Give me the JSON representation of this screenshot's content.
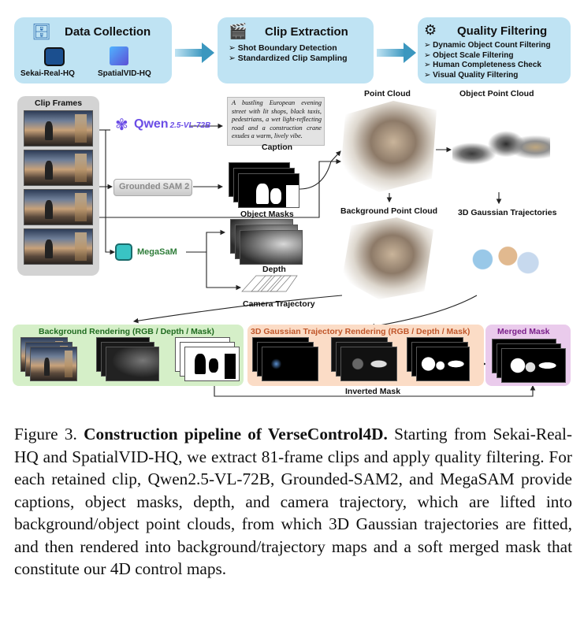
{
  "top": {
    "data_collection": {
      "title": "Data Collection",
      "source1": "Sekai-Real-HQ",
      "source2": "SpatialVID-HQ"
    },
    "clip_extraction": {
      "title": "Clip Extraction",
      "items": [
        "Shot Boundary Detection",
        "Standardized Clip Sampling"
      ]
    },
    "quality_filtering": {
      "title": "Quality Filtering",
      "items": [
        "Dynamic Object Count Filtering",
        "Object Scale Filtering",
        "Human Completeness Check",
        "Visual Quality Filtering"
      ]
    }
  },
  "middle": {
    "clip_frames": "Clip Frames",
    "qwen": {
      "name": "Qwen",
      "version": "2.5-VL-72B"
    },
    "caption_text": "A bustling European evening street with lit shops, black taxis, pedestrians, a wet light-reflecting road and a construction crane exudes a warm, lively vibe.",
    "caption_label": "Caption",
    "grounded_sam": "Grounded SAM 2",
    "object_masks": "Object Masks",
    "megasam": "MegaSaM",
    "depth": "Depth",
    "camera_trajectory": "Camera Trajectory",
    "point_cloud": "Point Cloud",
    "object_point_cloud": "Object Point Cloud",
    "background_point_cloud": "Background Point Cloud",
    "gaussian_trajectories": "3D Gaussian Trajectories"
  },
  "bottom": {
    "background_rendering": "Background Rendering (RGB / Depth / Mask)",
    "gaussian_rendering": "3D Gaussian Trajectory Rendering (RGB / Depth / Mask)",
    "merged_mask": "Merged Mask",
    "inverted_mask": "Inverted Mask"
  },
  "figure_caption": {
    "label": "Figure 3.",
    "bold": "Construction pipeline of VerseControl4D.",
    "text": "Starting from Sekai-Real-HQ and SpatialVID-HQ, we extract 81-frame clips and apply quality filtering. For each retained clip, Qwen2.5-VL-72B, Grounded-SAM2, and MegaSAM provide captions, object masks, depth, and camera trajectory, which are lifted into background/object point clouds, from which 3D Gaussian trajectories are fitted, and then rendered into background/trajectory maps and a soft merged mask that constitute our 4D control maps."
  },
  "colors": {
    "top_box": "#bfe3f3",
    "arrow": "#4aa3c8",
    "bg_render_box": "#d5efc8",
    "gauss_render_box": "#fbdcc6",
    "merged_box": "#eacbec",
    "qwen_purple": "#6b4de6",
    "megasam_green": "#2f7d3a"
  }
}
